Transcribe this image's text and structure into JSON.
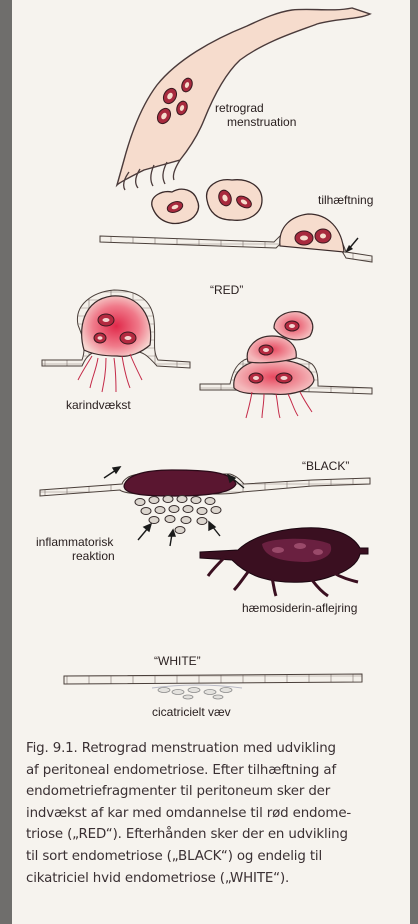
{
  "labels": {
    "retrograd": "retrograd",
    "menstruation": "menstruation",
    "tilhaeftning": "tilhæftning",
    "red": "“RED”",
    "karindvaekst": "karindvækst",
    "black": "“BLACK”",
    "inflammatorisk": "inflammatorisk",
    "reaktion": "reaktion",
    "haemosiderin": "hæmosiderin-aflejring",
    "white": "“WHITE”",
    "cicatricielt": "cicatricielt væv"
  },
  "caption": {
    "line1": "Fig. 9.1. Retrograd menstruation med udvikling",
    "line2": "af peritoneal endometriose. Efter tilhæftning af",
    "line3": "endometriefragmenter til peritoneum sker der",
    "line4": "indvækst af kar med omdannelse til rød endome-",
    "line5": "triose („RED“). Efterhånden sker der en udvikling",
    "line6": "til sort endometriose („BLACK“) og endelig til",
    "line7": "cikatriciel hvid endometriose („WHITE“)."
  },
  "colors": {
    "tube_fill": "#f6dccd",
    "tissue_red": "#d93a55",
    "lesion_dark": "#5a1630",
    "background": "#f6f3ee"
  }
}
